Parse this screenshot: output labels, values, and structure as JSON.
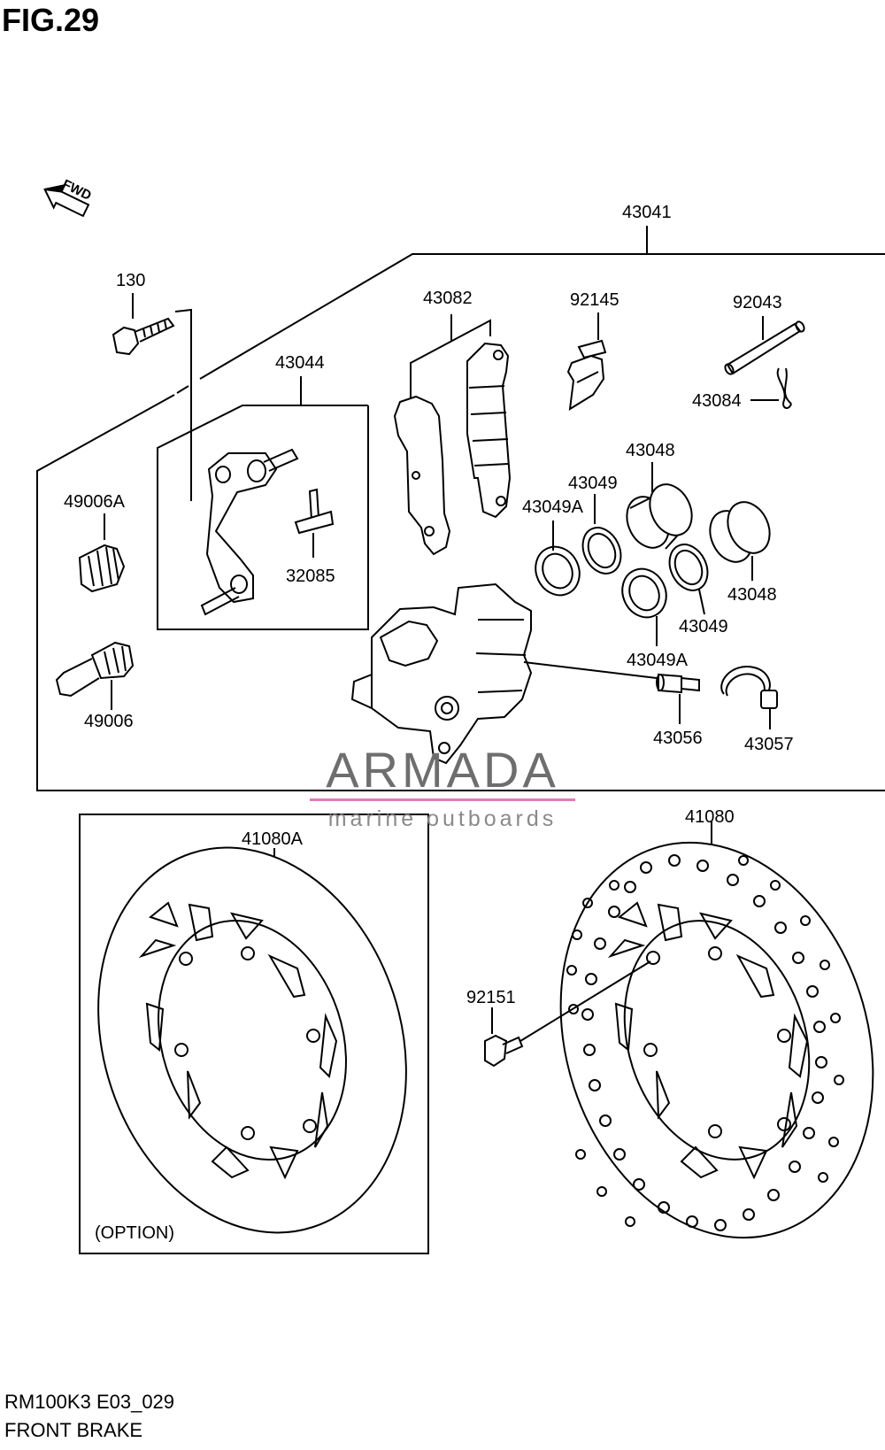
{
  "figure": {
    "title": "FIG.29",
    "model_code": "RM100K3 E03_029",
    "section_name": "FRONT BRAKE"
  },
  "direction_arrow": "FWD",
  "option_label": "(OPTION)",
  "watermark": {
    "brand": "ARMADA",
    "tagline": "marine outboards",
    "accent_color": "#e27bb9"
  },
  "parts": {
    "p43041": "43041",
    "p130": "130",
    "p43082": "43082",
    "p92145": "92145",
    "p92043": "92043",
    "p43044": "43044",
    "p43084": "43084",
    "p43048a": "43048",
    "p43049a": "43049",
    "p49006A": "49006A",
    "p43049Aa": "43049A",
    "p32085": "32085",
    "p43048b": "43048",
    "p43049b": "43049",
    "p43049Ab": "43049A",
    "p43056": "43056",
    "p43057": "43057",
    "p49006": "49006",
    "p41080A": "41080A",
    "p41080": "41080",
    "p92151": "92151"
  }
}
